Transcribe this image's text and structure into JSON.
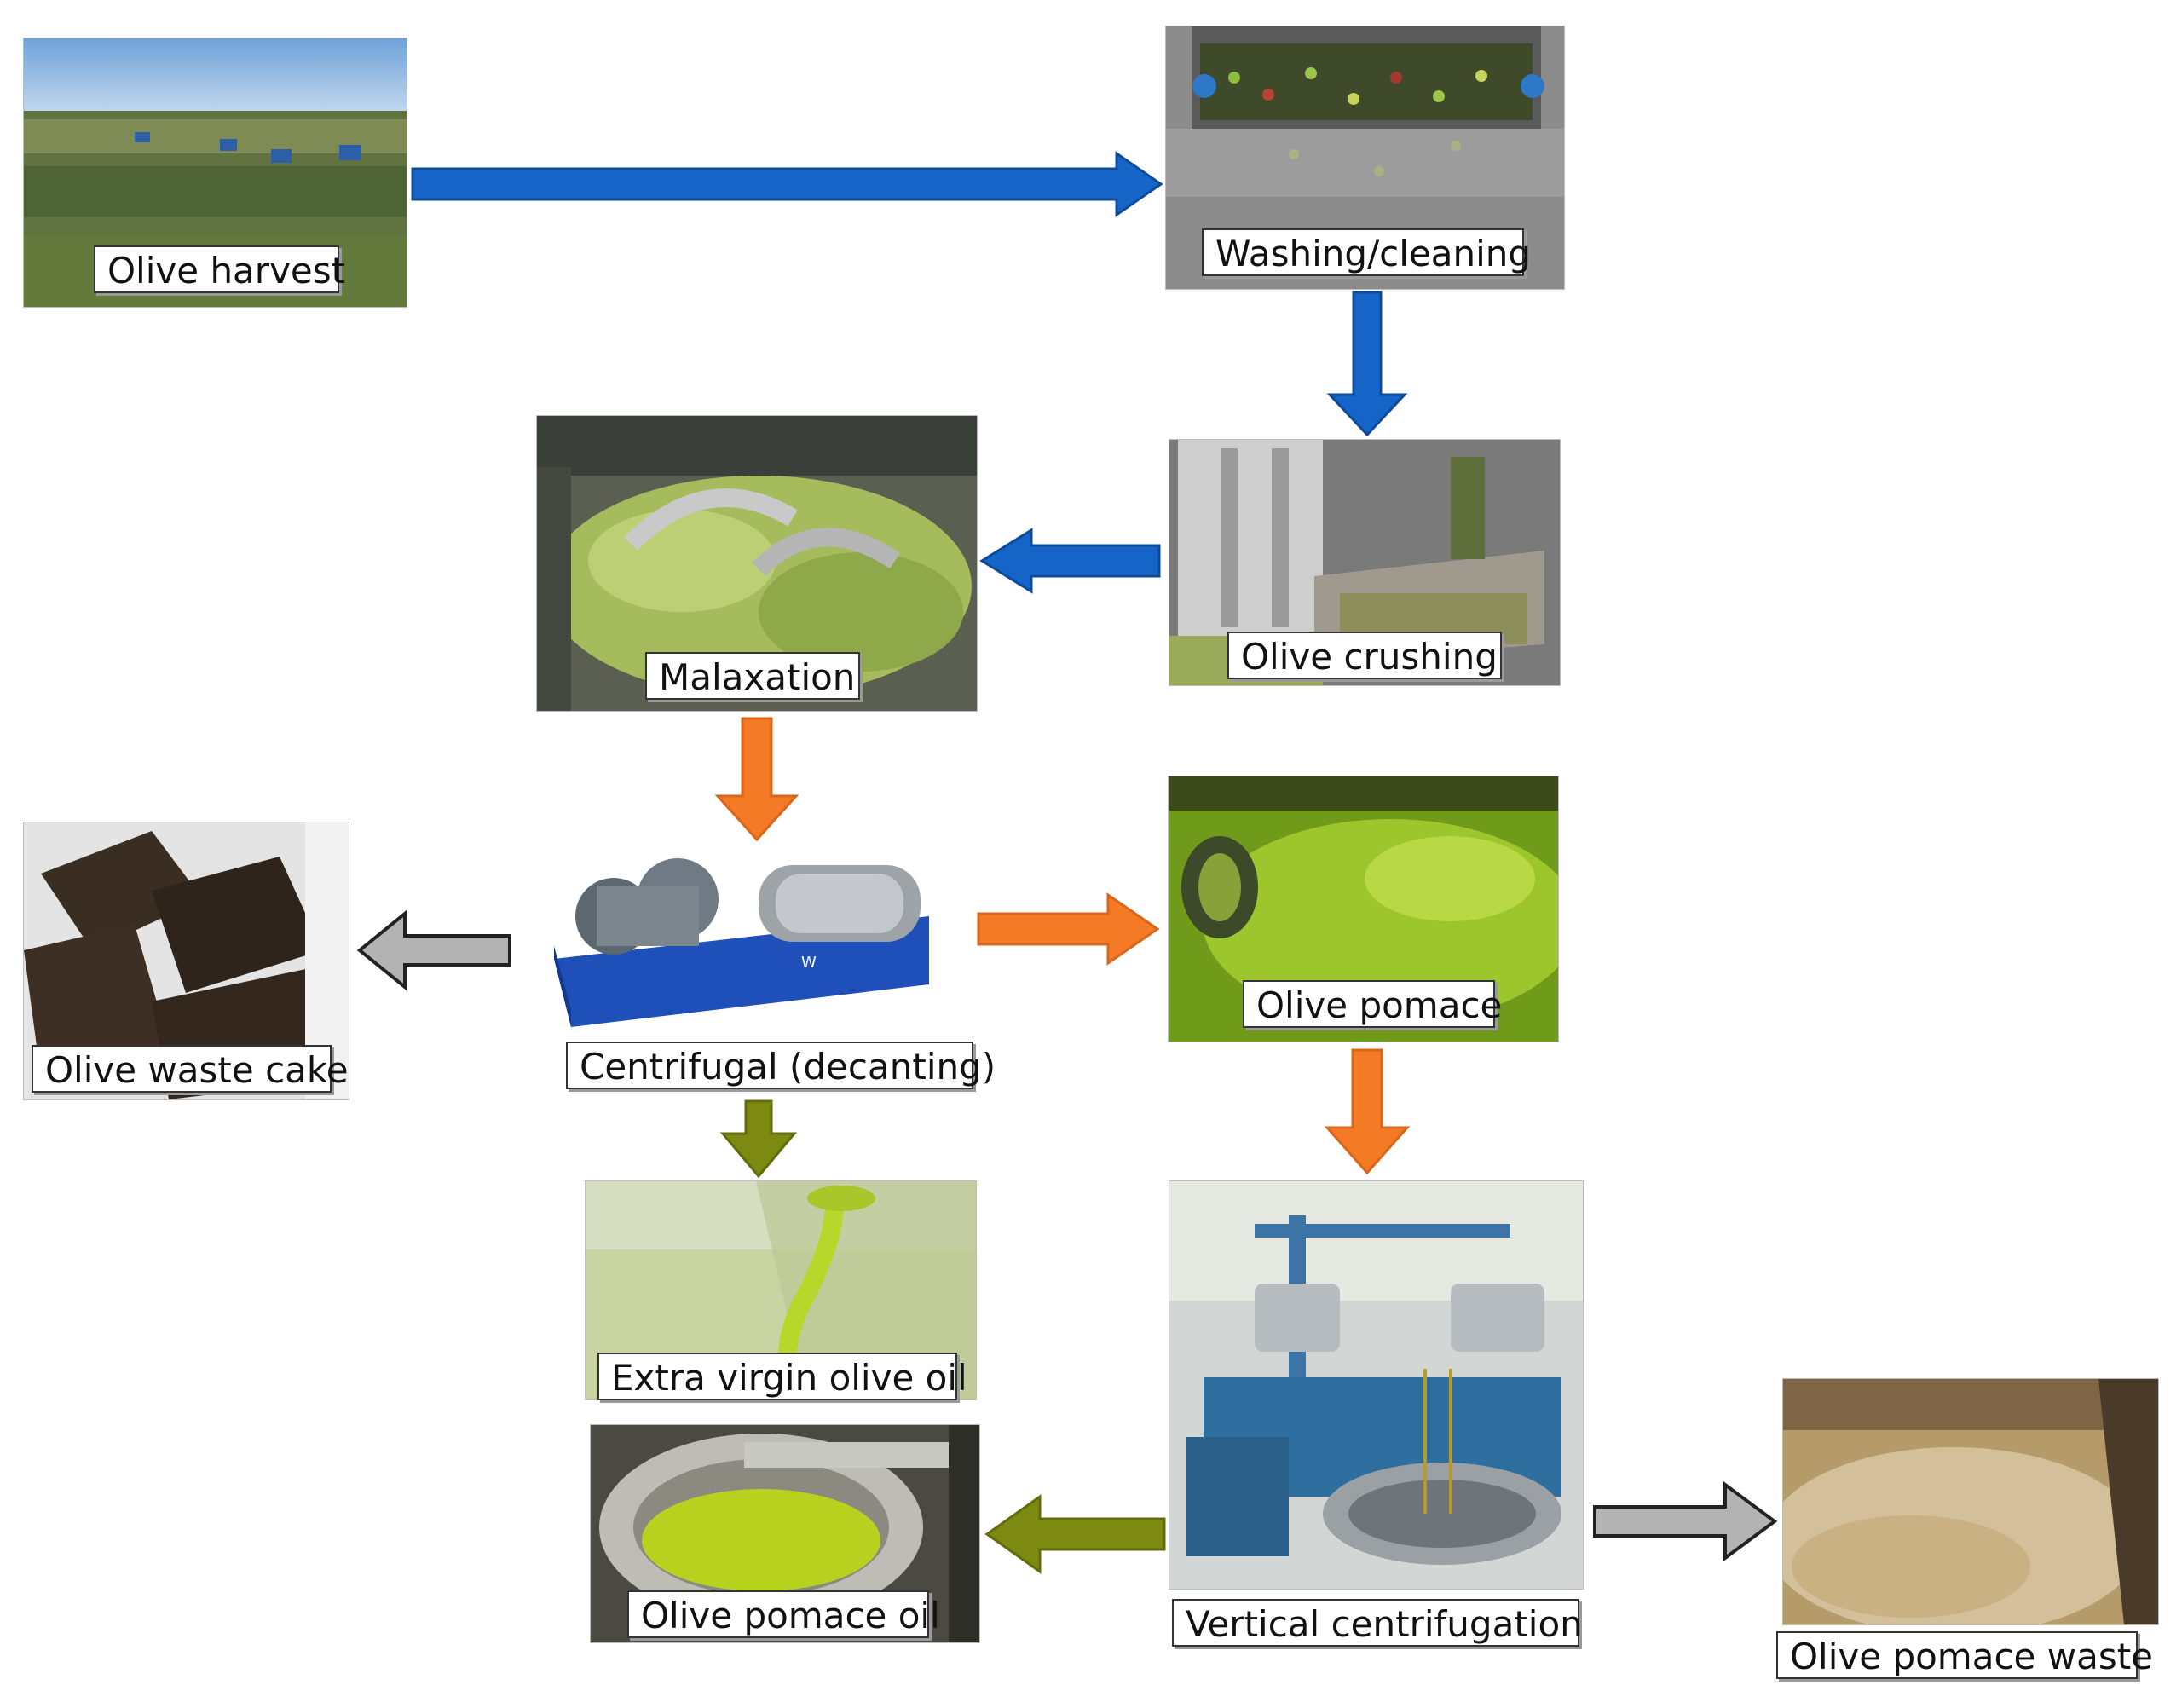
{
  "labels": {
    "olive_harvest": "Olive harvest",
    "washing_cleaning": "Washing/cleaning",
    "olive_crushing": "Olive crushing",
    "malaxation": "Malaxation",
    "centrifugal_decanting": "Centrifugal (decanting)",
    "olive_waste_cake": "Olive waste cake",
    "olive_pomace": "Olive pomace",
    "extra_virgin_olive_oil": "Extra virgin olive oil",
    "vertical_centrifugation": "Vertical centrifugation",
    "olive_pomace_oil": "Olive pomace oil",
    "olive_pomace_waste": "Olive pomace waste"
  },
  "colors": {
    "blue_arrow": "#1565c8",
    "orange_arrow": "#f57a26",
    "olive_arrow": "#7d8a12",
    "gray_arrow": "#b3b3b3"
  }
}
